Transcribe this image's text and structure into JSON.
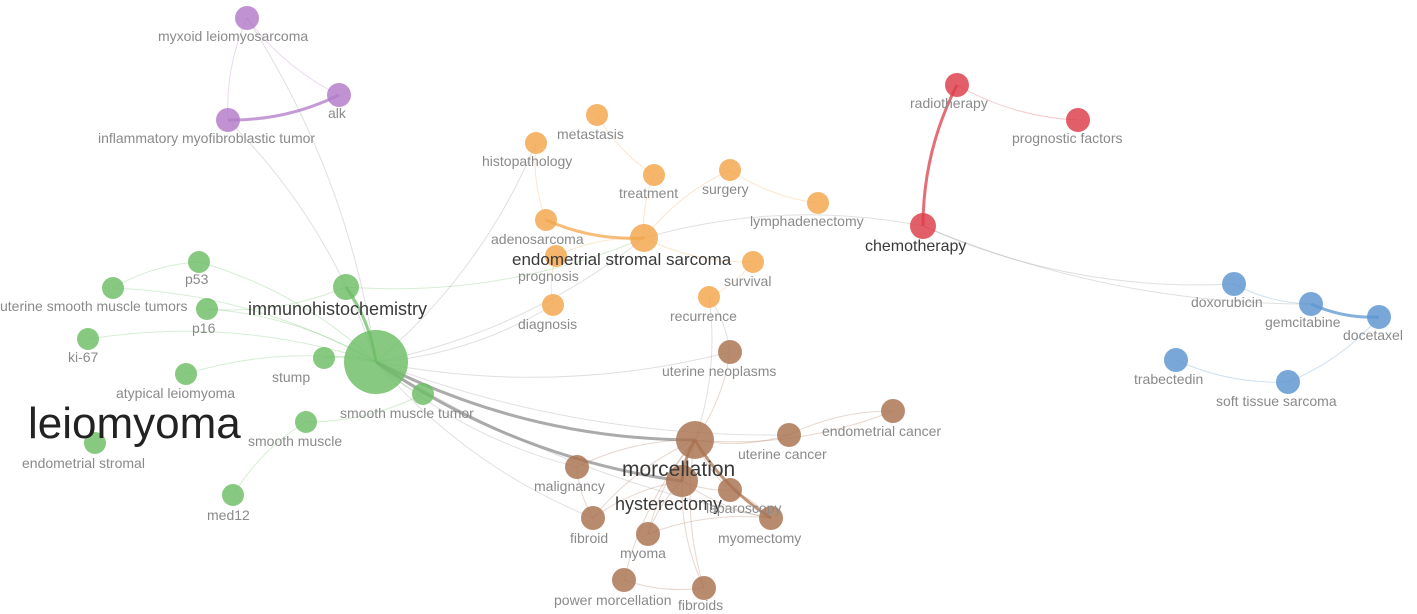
{
  "clusters": {
    "green": "#6cbd65",
    "orange": "#f3a54b",
    "brown": "#a8714f",
    "red": "#dc3c48",
    "blue": "#5b95cf",
    "purple": "#b27ac8"
  },
  "nodes": [
    {
      "id": "leiomyoma",
      "label": "leiomyoma",
      "cluster": "green"
    },
    {
      "id": "immunohistochemistry",
      "label": "immunohistochemistry",
      "cluster": "green"
    },
    {
      "id": "p53",
      "label": "p53",
      "cluster": "green"
    },
    {
      "id": "p16",
      "label": "p16",
      "cluster": "green"
    },
    {
      "id": "uterine-smooth-muscle-tumors",
      "label": "uterine smooth muscle tumors",
      "cluster": "green"
    },
    {
      "id": "ki-67",
      "label": "ki-67",
      "cluster": "green"
    },
    {
      "id": "atypical-leiomyoma",
      "label": "atypical leiomyoma",
      "cluster": "green"
    },
    {
      "id": "stump",
      "label": "stump",
      "cluster": "green"
    },
    {
      "id": "smooth-muscle-tumor",
      "label": "smooth muscle tumor",
      "cluster": "green"
    },
    {
      "id": "smooth-muscle",
      "label": "smooth muscle",
      "cluster": "green"
    },
    {
      "id": "endometrial-stromal",
      "label": "endometrial stromal",
      "cluster": "green"
    },
    {
      "id": "med12",
      "label": "med12",
      "cluster": "green"
    },
    {
      "id": "metastasis",
      "label": "metastasis",
      "cluster": "orange"
    },
    {
      "id": "histopathology",
      "label": "histopathology",
      "cluster": "orange"
    },
    {
      "id": "treatment",
      "label": "treatment",
      "cluster": "orange"
    },
    {
      "id": "surgery",
      "label": "surgery",
      "cluster": "orange"
    },
    {
      "id": "lymphadenectomy",
      "label": "lymphadenectomy",
      "cluster": "orange"
    },
    {
      "id": "adenosarcoma",
      "label": "adenosarcoma",
      "cluster": "orange"
    },
    {
      "id": "endometrial-stromal-sarcoma",
      "label": "endometrial stromal sarcoma",
      "cluster": "orange"
    },
    {
      "id": "prognosis",
      "label": "prognosis",
      "cluster": "orange"
    },
    {
      "id": "survival",
      "label": "survival",
      "cluster": "orange"
    },
    {
      "id": "diagnosis",
      "label": "diagnosis",
      "cluster": "orange"
    },
    {
      "id": "recurrence",
      "label": "recurrence",
      "cluster": "orange"
    },
    {
      "id": "radiotherapy",
      "label": "radiotherapy",
      "cluster": "red"
    },
    {
      "id": "prognostic-factors",
      "label": "prognostic factors",
      "cluster": "red"
    },
    {
      "id": "chemotherapy",
      "label": "chemotherapy",
      "cluster": "red"
    },
    {
      "id": "doxorubicin",
      "label": "doxorubicin",
      "cluster": "blue"
    },
    {
      "id": "gemcitabine",
      "label": "gemcitabine",
      "cluster": "blue"
    },
    {
      "id": "docetaxel",
      "label": "docetaxel",
      "cluster": "blue"
    },
    {
      "id": "trabectedin",
      "label": "trabectedin",
      "cluster": "blue"
    },
    {
      "id": "soft-tissue-sarcoma",
      "label": "soft tissue sarcoma",
      "cluster": "blue"
    },
    {
      "id": "myxoid-leiomyosarcoma",
      "label": "myxoid leiomyosarcoma",
      "cluster": "purple"
    },
    {
      "id": "alk",
      "label": "alk",
      "cluster": "purple"
    },
    {
      "id": "inflammatory-myofibroblastic-tumor",
      "label": "inflammatory myofibroblastic tumor",
      "cluster": "purple"
    },
    {
      "id": "uterine-neoplasms",
      "label": "uterine neoplasms",
      "cluster": "brown"
    },
    {
      "id": "endometrial-cancer",
      "label": "endometrial cancer",
      "cluster": "brown"
    },
    {
      "id": "uterine-cancer",
      "label": "uterine cancer",
      "cluster": "brown"
    },
    {
      "id": "morcellation",
      "label": "morcellation",
      "cluster": "brown"
    },
    {
      "id": "malignancy",
      "label": "malignancy",
      "cluster": "brown"
    },
    {
      "id": "hysterectomy",
      "label": "hysterectomy",
      "cluster": "brown"
    },
    {
      "id": "laparoscopy",
      "label": "laparoscopy",
      "cluster": "brown"
    },
    {
      "id": "fibroid",
      "label": "fibroid",
      "cluster": "brown"
    },
    {
      "id": "myoma",
      "label": "myoma",
      "cluster": "brown"
    },
    {
      "id": "myomectomy",
      "label": "myomectomy",
      "cluster": "brown"
    },
    {
      "id": "power-morcellation",
      "label": "power morcellation",
      "cluster": "brown"
    },
    {
      "id": "fibroids",
      "label": "fibroids",
      "cluster": "brown"
    }
  ],
  "edges": [
    [
      "leiomyoma",
      "immunohistochemistry",
      "green"
    ],
    [
      "leiomyoma",
      "stump",
      "green"
    ],
    [
      "leiomyoma",
      "ki-67",
      "green"
    ],
    [
      "leiomyoma",
      "atypical-leiomyoma",
      "green"
    ],
    [
      "leiomyoma",
      "p16",
      "green"
    ],
    [
      "leiomyoma",
      "p53",
      "green"
    ],
    [
      "leiomyoma",
      "smooth-muscle-tumor",
      "green"
    ],
    [
      "leiomyoma",
      "uterine-smooth-muscle-tumors",
      "green"
    ],
    [
      "p53",
      "uterine-smooth-muscle-tumors",
      "green"
    ],
    [
      "p16",
      "immunohistochemistry",
      "green"
    ],
    [
      "smooth-muscle",
      "med12",
      "green"
    ],
    [
      "smooth-muscle",
      "smooth-muscle-tumor",
      "green"
    ],
    [
      "immunohistochemistry",
      "endometrial-stromal-sarcoma",
      "green"
    ],
    [
      "inflammatory-myofibroblastic-tumor",
      "alk",
      "purple"
    ],
    [
      "myxoid-leiomyosarcoma",
      "alk",
      "purple"
    ],
    [
      "myxoid-leiomyosarcoma",
      "inflammatory-myofibroblastic-tumor",
      "purple"
    ],
    [
      "radiotherapy",
      "chemotherapy",
      "red"
    ],
    [
      "radiotherapy",
      "prognostic-factors",
      "red"
    ],
    [
      "chemotherapy",
      "endometrial-stromal-sarcoma",
      "gray"
    ],
    [
      "chemotherapy",
      "gemcitabine",
      "gray"
    ],
    [
      "chemotherapy",
      "doxorubicin",
      "gray"
    ],
    [
      "gemcitabine",
      "docetaxel",
      "blue"
    ],
    [
      "doxorubicin",
      "gemcitabine",
      "blue"
    ],
    [
      "trabectedin",
      "soft-tissue-sarcoma",
      "blue"
    ],
    [
      "soft-tissue-sarcoma",
      "docetaxel",
      "blue"
    ],
    [
      "adenosarcoma",
      "endometrial-stromal-sarcoma",
      "orange"
    ],
    [
      "histopathology",
      "adenosarcoma",
      "orange"
    ],
    [
      "metastasis",
      "treatment",
      "orange"
    ],
    [
      "treatment",
      "endometrial-stromal-sarcoma",
      "orange"
    ],
    [
      "surgery",
      "endometrial-stromal-sarcoma",
      "orange"
    ],
    [
      "surgery",
      "lymphadenectomy",
      "orange"
    ],
    [
      "endometrial-stromal-sarcoma",
      "survival",
      "orange"
    ],
    [
      "endometrial-stromal-sarcoma",
      "prognosis",
      "orange"
    ],
    [
      "prognosis",
      "diagnosis",
      "orange"
    ],
    [
      "recurrence",
      "survival",
      "orange"
    ],
    [
      "leiomyoma",
      "morcellation",
      "gray"
    ],
    [
      "leiomyoma",
      "hysterectomy",
      "gray"
    ],
    [
      "leiomyoma",
      "myomectomy",
      "gray"
    ],
    [
      "leiomyoma",
      "uterine-cancer",
      "gray"
    ],
    [
      "leiomyoma",
      "uterine-neoplasms",
      "gray"
    ],
    [
      "leiomyoma",
      "malignancy",
      "gray"
    ],
    [
      "leiomyoma",
      "fibroid",
      "gray"
    ],
    [
      "leiomyoma",
      "inflammatory-myofibroblastic-tumor",
      "gray"
    ],
    [
      "leiomyoma",
      "histopathology",
      "gray"
    ],
    [
      "leiomyoma",
      "endometrial-stromal-sarcoma",
      "gray"
    ],
    [
      "leiomyoma",
      "diagnosis",
      "gray"
    ],
    [
      "leiomyoma",
      "myxoid-leiomyosarcoma",
      "gray"
    ],
    [
      "morcellation",
      "hysterectomy",
      "brown"
    ],
    [
      "morcellation",
      "myomectomy",
      "brown"
    ],
    [
      "morcellation",
      "uterine-cancer",
      "brown"
    ],
    [
      "morcellation",
      "laparoscopy",
      "brown"
    ],
    [
      "morcellation",
      "uterine-neoplasms",
      "brown"
    ],
    [
      "morcellation",
      "endometrial-cancer",
      "brown"
    ],
    [
      "morcellation",
      "malignancy",
      "brown"
    ],
    [
      "morcellation",
      "fibroid",
      "brown"
    ],
    [
      "morcellation",
      "myoma",
      "brown"
    ],
    [
      "morcellation",
      "power-morcellation",
      "brown"
    ],
    [
      "morcellation",
      "fibroids",
      "brown"
    ],
    [
      "hysterectomy",
      "myomectomy",
      "brown"
    ],
    [
      "hysterectomy",
      "laparoscopy",
      "brown"
    ],
    [
      "hysterectomy",
      "fibroid",
      "brown"
    ],
    [
      "hysterectomy",
      "myoma",
      "brown"
    ],
    [
      "hysterectomy",
      "fibroids",
      "brown"
    ],
    [
      "myomectomy",
      "laparoscopy",
      "brown"
    ],
    [
      "myomectomy",
      "myoma",
      "brown"
    ],
    [
      "power-morcellation",
      "fibroids",
      "brown"
    ],
    [
      "malignancy",
      "fibroid",
      "brown"
    ],
    [
      "uterine-neoplasms",
      "recurrence",
      "gray"
    ],
    [
      "morcellation",
      "recurrence",
      "gray"
    ],
    [
      "endometrial-cancer",
      "uterine-cancer",
      "brown"
    ]
  ]
}
